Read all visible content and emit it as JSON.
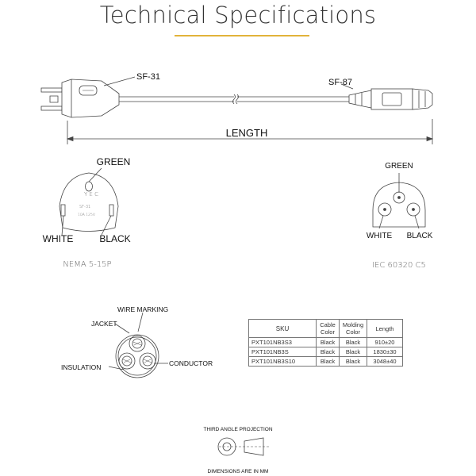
{
  "header": {
    "title": "Technical Specifications",
    "accent_color": "#e2b33a"
  },
  "cable": {
    "plug_label": "SF-31",
    "connector_label": "SF-87",
    "length_label": "LENGTH"
  },
  "plug_face": {
    "green": "GREEN",
    "white": "WHITE",
    "black": "BLACK",
    "caption": "NEMA 5-15P"
  },
  "socket_face": {
    "green": "GREEN",
    "white": "WHITE",
    "black": "BLACK",
    "caption": "IEC 60320 C5"
  },
  "cross_section": {
    "wire_marking": "WIRE MARKING",
    "jacket": "JACKET",
    "insulation": "INSULATION",
    "conductor": "CONDUCTOR"
  },
  "sku_table": {
    "headers": [
      "SKU",
      "Cable Color",
      "Molding Color",
      "Length"
    ],
    "rows": [
      [
        "PXT101NB3S3",
        "Black",
        "Black",
        "910±20"
      ],
      [
        "PXT101NB3S",
        "Black",
        "Black",
        "1830±30"
      ],
      [
        "PXT101NB3S10",
        "Black",
        "Black",
        "3048±40"
      ]
    ]
  },
  "footer": {
    "projection": "THIRD ANGLE PROJECTION",
    "units": "DIMENSIONS ARE IN MM"
  }
}
